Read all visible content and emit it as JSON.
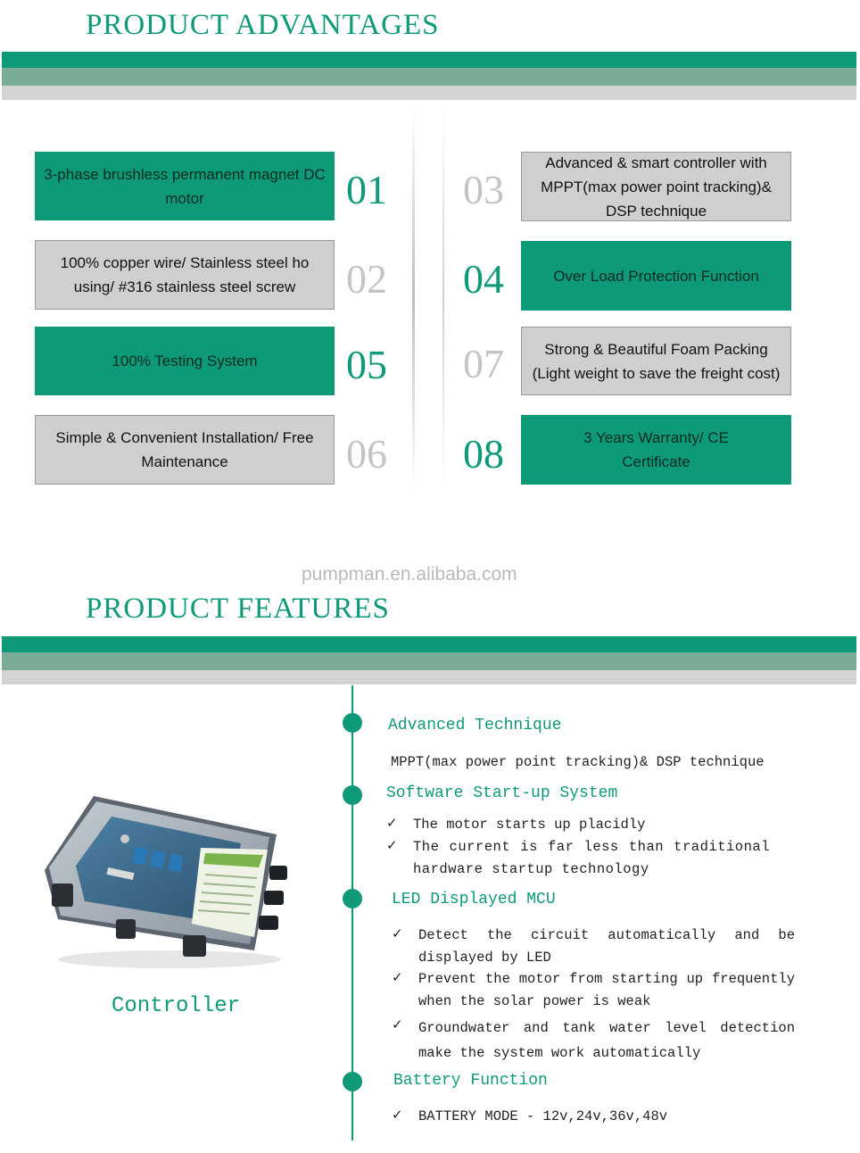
{
  "advantages": {
    "title": "PRODUCT  ADVANTAGES",
    "items": [
      {
        "num": "01",
        "text": "3-phase brushless permanent magnet DC motor"
      },
      {
        "num": "02",
        "text": "100% copper wire/ Stainless steel ho using/ #316 stainless steel screw"
      },
      {
        "num": "05",
        "text": "100% Testing System"
      },
      {
        "num": "06",
        "text": "Simple & Convenient Installation/ Free Maintenance"
      },
      {
        "num": "03",
        "text": "Advanced & smart controller with MPPT(max power point tracking)& DSP technique"
      },
      {
        "num": "04",
        "text": "Over Load Protection Function"
      },
      {
        "num": "07",
        "text": "Strong & Beautiful Foam Packing (Light weight to save the freight cost)"
      },
      {
        "num": "08",
        "text": "3 Years Warranty/ CE Certificate"
      }
    ]
  },
  "watermark": "pumpman.en.alibaba.com",
  "features": {
    "title": "PRODUCT  FEATURES",
    "controller_label": "Controller",
    "check_mark": "✓",
    "sections": [
      {
        "title": "Advanced Technique",
        "lines": [
          "MPPT(max power point tracking)& DSP technique"
        ]
      },
      {
        "title": "Software Start-up System",
        "bullets": [
          "The motor starts up placidly",
          "The current is far less than traditional hardware startup technology"
        ]
      },
      {
        "title": "LED Displayed MCU",
        "bullets": [
          "Detect the circuit automatically and be displayed by LED",
          "Prevent the motor from starting up frequently when the solar power is weak",
          "Groundwater and tank water level detection make the system work automatically"
        ]
      },
      {
        "title": "Battery Function",
        "bullets": [
          "BATTERY MODE - 12v,24v,36v,48v"
        ]
      }
    ]
  },
  "colors": {
    "brand_green": "#0e9a78",
    "gray_box": "#cfcfcf",
    "band_mid": "#79ab96",
    "band_light": "#d3d3d3"
  }
}
